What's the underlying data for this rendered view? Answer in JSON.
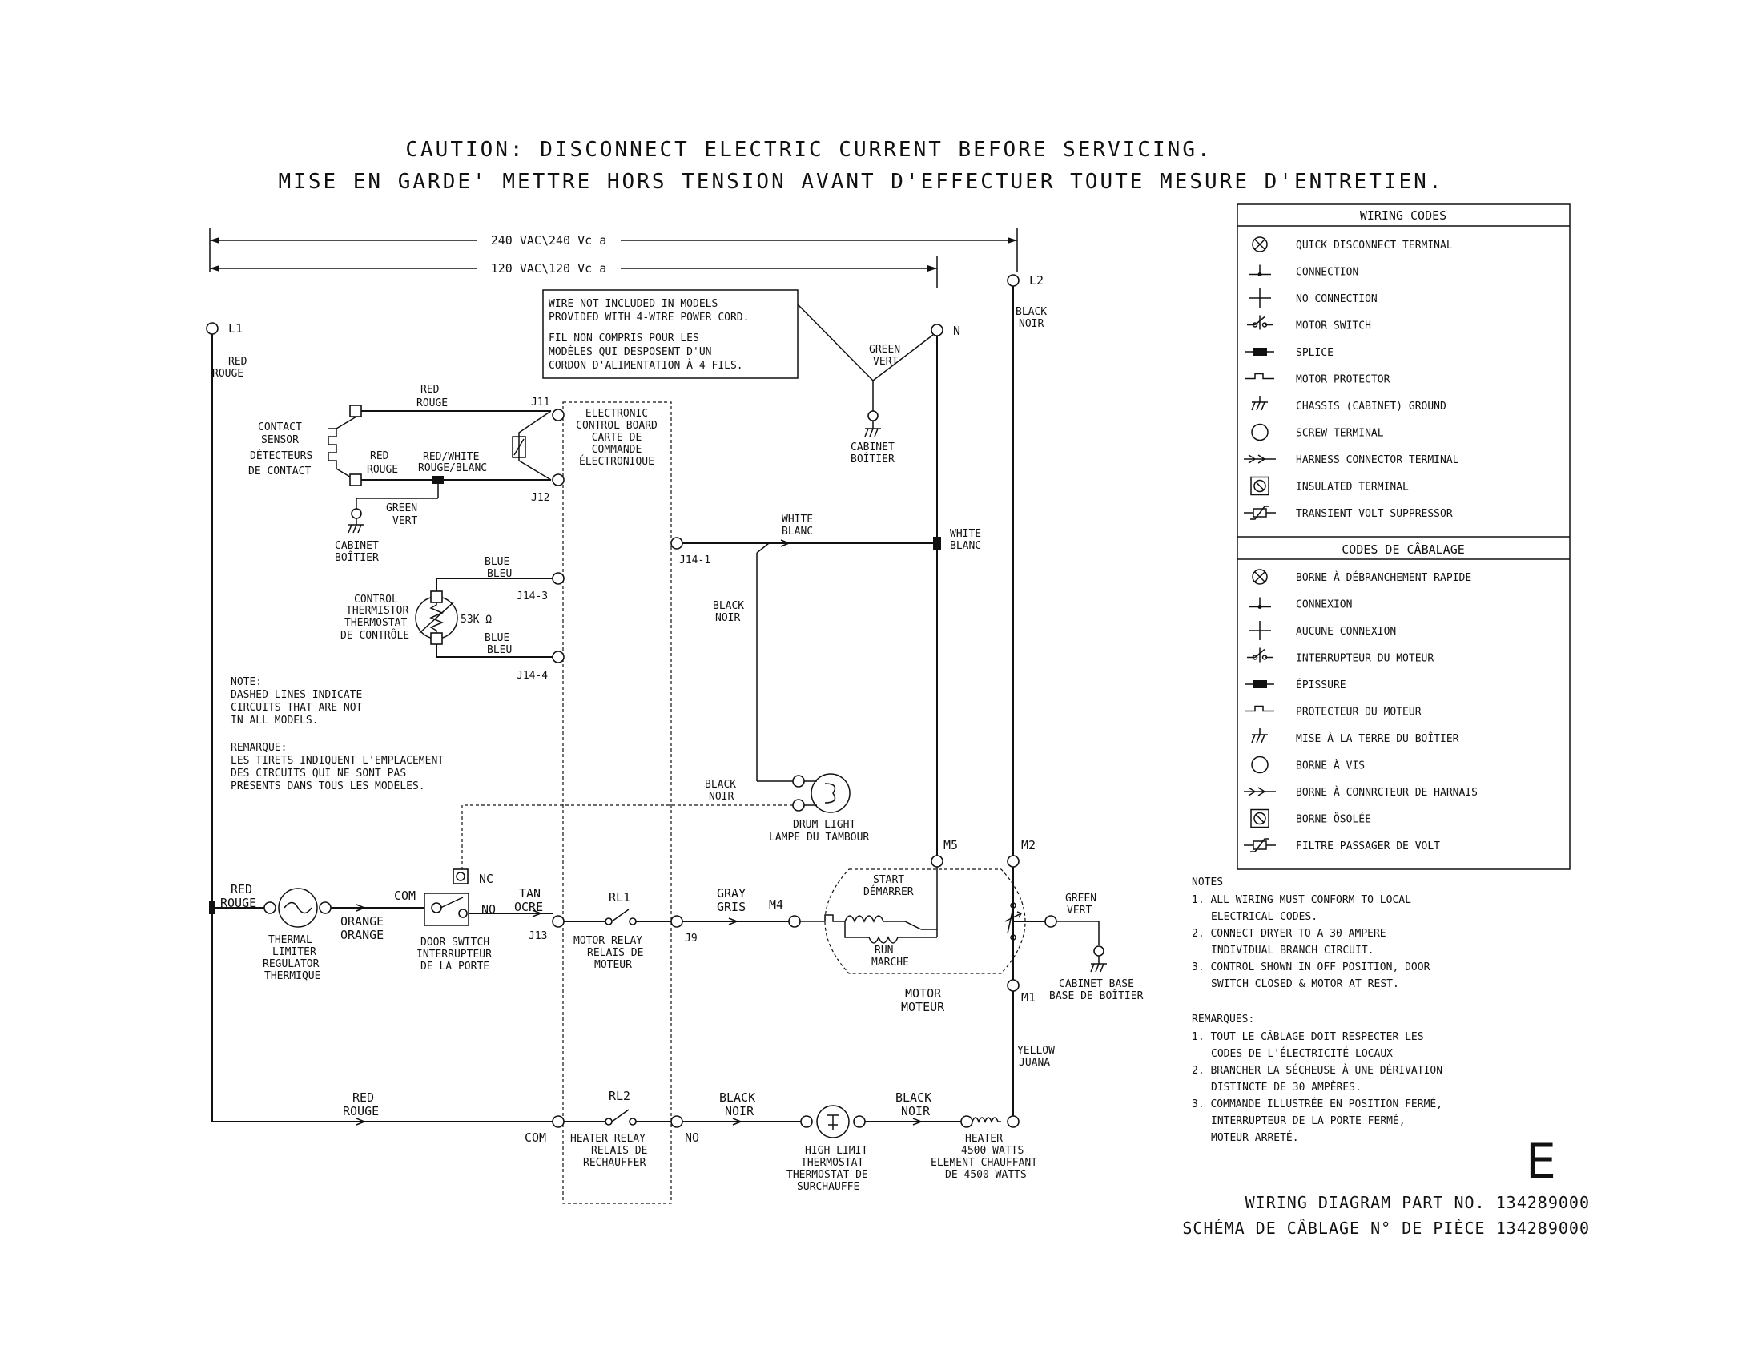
{
  "caution": {
    "en": "CAUTION: DISCONNECT ELECTRIC CURRENT BEFORE SERVICING.",
    "fr": "MISE EN GARDE' METTRE HORS TENSION AVANT D'EFFECTUER TOUTE MESURE D'ENTRETIEN."
  },
  "supply": {
    "v240": "240 VAC\\240 Vc a",
    "v120": "120 VAC\\120 Vc a",
    "l1": "L1",
    "l2": "L2",
    "n": "N"
  },
  "wiring_codes": {
    "title_en": "WIRING CODES",
    "title_fr": "CODES DE CÂBALAGE",
    "en": [
      {
        "icon": "quick-disconnect-icon",
        "label": "QUICK DISCONNECT TERMINAL"
      },
      {
        "icon": "connection-icon",
        "label": "CONNECTION"
      },
      {
        "icon": "no-connection-icon",
        "label": "NO CONNECTION"
      },
      {
        "icon": "motor-switch-icon",
        "label": "MOTOR SWITCH"
      },
      {
        "icon": "splice-icon",
        "label": "SPLICE"
      },
      {
        "icon": "motor-protector-icon",
        "label": "MOTOR PROTECTOR"
      },
      {
        "icon": "chassis-ground-icon",
        "label": "CHASSIS (CABINET) GROUND"
      },
      {
        "icon": "screw-terminal-icon",
        "label": "SCREW TERMINAL"
      },
      {
        "icon": "harness-connector-icon",
        "label": "HARNESS CONNECTOR TERMINAL"
      },
      {
        "icon": "insulated-terminal-icon",
        "label": "INSULATED TERMINAL"
      },
      {
        "icon": "transient-volt-suppressor-icon",
        "label": "TRANSIENT VOLT SUPPRESSOR"
      }
    ],
    "fr": [
      {
        "icon": "quick-disconnect-icon",
        "label": "BORNE À DÉBRANCHEMENT RAPIDE"
      },
      {
        "icon": "connection-icon",
        "label": "CONNEXION"
      },
      {
        "icon": "no-connection-icon",
        "label": "AUCUNE CONNEXION"
      },
      {
        "icon": "motor-switch-icon",
        "label": "INTERRUPTEUR DU MOTEUR"
      },
      {
        "icon": "splice-icon",
        "label": "ÉPISSURE"
      },
      {
        "icon": "motor-protector-icon",
        "label": "PROTECTEUR DU MOTEUR"
      },
      {
        "icon": "chassis-ground-icon",
        "label": "MISE À LA TERRE DU BOÎTIER"
      },
      {
        "icon": "screw-terminal-icon",
        "label": "BORNE À VIS"
      },
      {
        "icon": "harness-connector-icon",
        "label": "BORNE À CONNRCTEUR DE HARNAIS"
      },
      {
        "icon": "insulated-terminal-icon",
        "label": "BORNE ÖSOLÉE"
      },
      {
        "icon": "transient-volt-suppressor-icon",
        "label": "FILTRE PASSAGER DE VOLT"
      }
    ]
  },
  "cord_note": {
    "en1": "WIRE NOT INCLUDED IN MODELS",
    "en2": "PROVIDED WITH 4-WIRE POWER CORD.",
    "fr1": "FIL NON COMPRIS POUR LES",
    "fr2": "MODÈLES QUI DESPOSENT D'UN",
    "fr3": "CORDON D'ALIMENTATION À 4 FILS."
  },
  "labels": {
    "red_rouge_l1": [
      "RED",
      "ROUGE"
    ],
    "red_rouge_top": [
      "RED",
      "ROUGE"
    ],
    "red_rouge_mid": [
      "RED",
      "ROUGE"
    ],
    "red_white": [
      "RED/WHITE",
      "ROUGE/BLANC"
    ],
    "green_vert_sensor": [
      "GREEN",
      "VERT"
    ],
    "green_vert_cord": [
      "GREEN",
      "VERT"
    ],
    "green_vert_motor": [
      "GREEN",
      "VERT"
    ],
    "contact_sensor": [
      "CONTACT",
      "SENSOR",
      "DÉTECTEURS",
      "DE CONTACT"
    ],
    "cabinet_sensor": [
      "CABINET",
      "BOÎTIER"
    ],
    "cabinet_cord": [
      "CABINET",
      "BOÎTIER"
    ],
    "cabinet_base": [
      "CABINET BASE",
      "BASE DE BOÎTIER"
    ],
    "control_board": [
      "ELECTRONIC",
      "CONTROL BOARD",
      "CARTE DE",
      "COMMANDE",
      "ÉLECTRONIQUE"
    ],
    "j11": "J11",
    "j12": "J12",
    "j14_1": "J14-1",
    "j14_3": "J14-3",
    "j14_4": "J14-4",
    "j13": "J13",
    "j9": "J9",
    "blue_bleu_1": [
      "BLUE",
      "BLEU"
    ],
    "blue_bleu_2": [
      "BLUE",
      "BLEU"
    ],
    "thermistor": [
      "CONTROL",
      "THERMISTOR",
      "THERMOSTAT",
      "DE CONTRÔLE"
    ],
    "thermistor_value": "53K Ω",
    "white_blanc_1": [
      "WHITE",
      "BLANC"
    ],
    "white_blanc_2": [
      "WHITE",
      "BLANC"
    ],
    "black_noir_l2": [
      "BLACK",
      "NOIR"
    ],
    "black_noir_drum": [
      "BLACK",
      "NOIR"
    ],
    "black_noir_lamp": [
      "BLACK",
      "NOIR"
    ],
    "black_noir_heat1": [
      "BLACK",
      "NOIR"
    ],
    "black_noir_heat2": [
      "BLACK",
      "NOIR"
    ],
    "drum_light": [
      "DRUM LIGHT",
      "LAMPE DU TAMBOUR"
    ],
    "note_en": [
      "NOTE:",
      "DASHED LINES INDICATE",
      "CIRCUITS THAT ARE NOT",
      "IN ALL MODELS."
    ],
    "note_fr": [
      "REMARQUE:",
      "LES TIRETS INDIQUENT L'EMPLACEMENT",
      "DES CIRCUITS QUI NE SONT PAS",
      "PRÉSENTS DANS TOUS LES MODÈLES."
    ],
    "red_rouge_thermal": [
      "RED",
      "ROUGE"
    ],
    "thermal_limiter": [
      "THERMAL",
      "LIMITER",
      "REGULATOR",
      "THERMIQUE"
    ],
    "orange": [
      "ORANGE",
      "ORANGE"
    ],
    "com": "COM",
    "nc": "NC",
    "no": "NO",
    "door_switch": [
      "DOOR SWITCH",
      "INTERRUPTEUR",
      "DE LA PORTE"
    ],
    "tan_ocre": [
      "TAN",
      "OCRE"
    ],
    "rl1": "RL1",
    "motor_relay": [
      "MOTOR RELAY",
      "RELAIS DE",
      "MOTEUR"
    ],
    "gray_gris": [
      "GRAY",
      "GRIS"
    ],
    "m4": "M4",
    "m5": "M5",
    "m2": "M2",
    "m1": "M1",
    "start": [
      "START",
      "DÉMARRER"
    ],
    "run": [
      "RUN",
      "MARCHE"
    ],
    "motor": [
      "MOTOR",
      "MOTEUR"
    ],
    "yellow": [
      "YELLOW",
      "JUANA"
    ],
    "red_rouge_bottom": [
      "RED",
      "ROUGE"
    ],
    "com2": "COM",
    "rl2": "RL2",
    "heater_relay": [
      "HEATER RELAY",
      "RELAIS DE",
      "RECHAUFFER"
    ],
    "no2": "NO",
    "high_limit": [
      "HIGH LIMIT",
      "THERMOSTAT",
      "THERMOSTAT DE",
      "SURCHAUFFE"
    ],
    "heater": [
      "HEATER",
      "4500 WATTS",
      "ELEMENT CHAUFFANT",
      "DE 4500 WATTS"
    ]
  },
  "notes": {
    "title_en": "NOTES",
    "en": [
      "1. ALL WIRING MUST CONFORM TO LOCAL",
      "ELECTRICAL CODES.",
      "2. CONNECT DRYER TO A 30 AMPERE",
      "INDIVIDUAL BRANCH CIRCUIT.",
      "3. CONTROL SHOWN IN OFF POSITION, DOOR",
      "SWITCH CLOSED & MOTOR AT REST."
    ],
    "title_fr": "REMARQUES:",
    "fr": [
      "1. TOUT LE CÂBLAGE DOIT RESPECTER LES",
      "CODES DE L'ÉLECTRICITÉ LOCAUX",
      "2. BRANCHER LA SÉCHEUSE À UNE DÉRIVATION",
      "DISTINCTE DE 30 AMPÈRES.",
      "3. COMMANDE ILLUSTRÉE EN POSITION FERMÉ,",
      "INTERRUPTEUR DE LA PORTE FERMÉ,",
      "MOTEUR ARRETÉ."
    ]
  },
  "footer": {
    "letter": "E",
    "part_en": "WIRING DIAGRAM PART NO. 134289000",
    "part_fr": "SCHÉMA DE CÂBLAGE N° DE PIÈCE 134289000"
  }
}
